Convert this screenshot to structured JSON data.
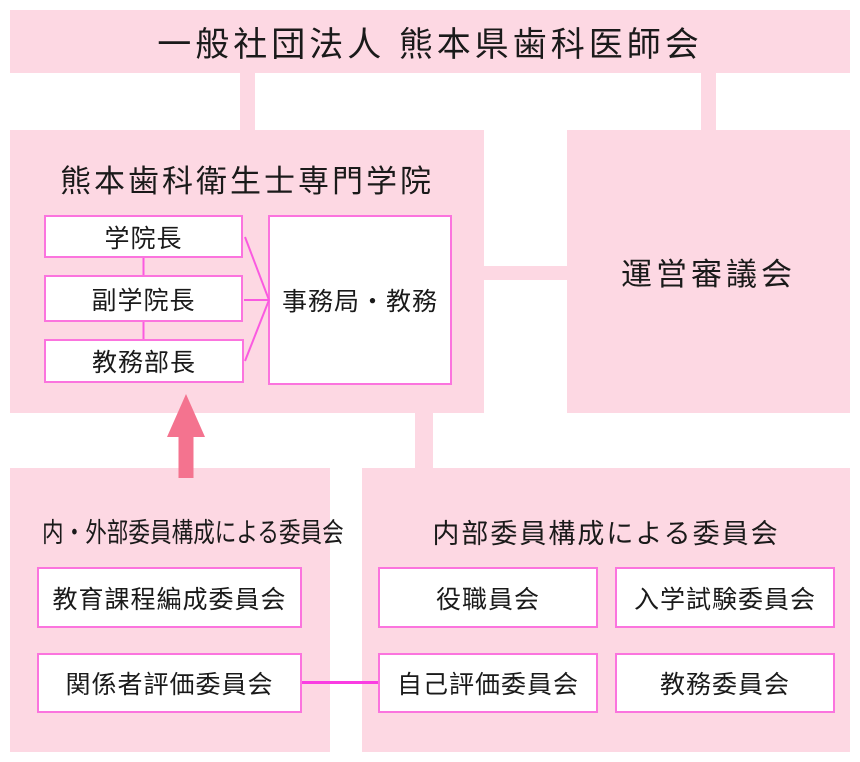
{
  "banner": {
    "title": "一般社団法人 熊本県歯科医師会"
  },
  "school": {
    "title": "熊本歯科衛生士専門学院",
    "positions": [
      {
        "label": "学院長"
      },
      {
        "label": "副学院長"
      },
      {
        "label": "教務部長"
      }
    ],
    "office": {
      "label": "事務局・教務"
    }
  },
  "council": {
    "label": "運営審議会"
  },
  "external_committees": {
    "title": "内・外部委員構成による委員会",
    "items": [
      {
        "label": "教育課程編成委員会"
      },
      {
        "label": "関係者評価委員会"
      }
    ]
  },
  "internal_committees": {
    "title": "内部委員構成による委員会",
    "items": [
      {
        "label": "役職員会"
      },
      {
        "label": "入学試験委員会"
      },
      {
        "label": "自己評価委員会"
      },
      {
        "label": "教務委員会"
      }
    ]
  },
  "colors": {
    "panel_pink": "#fdd8e3",
    "box_border_magenta": "#fb74de",
    "line_magenta": "#fa3ce2",
    "arrow_rose": "#f4738f",
    "text": "#1a1a1a"
  }
}
